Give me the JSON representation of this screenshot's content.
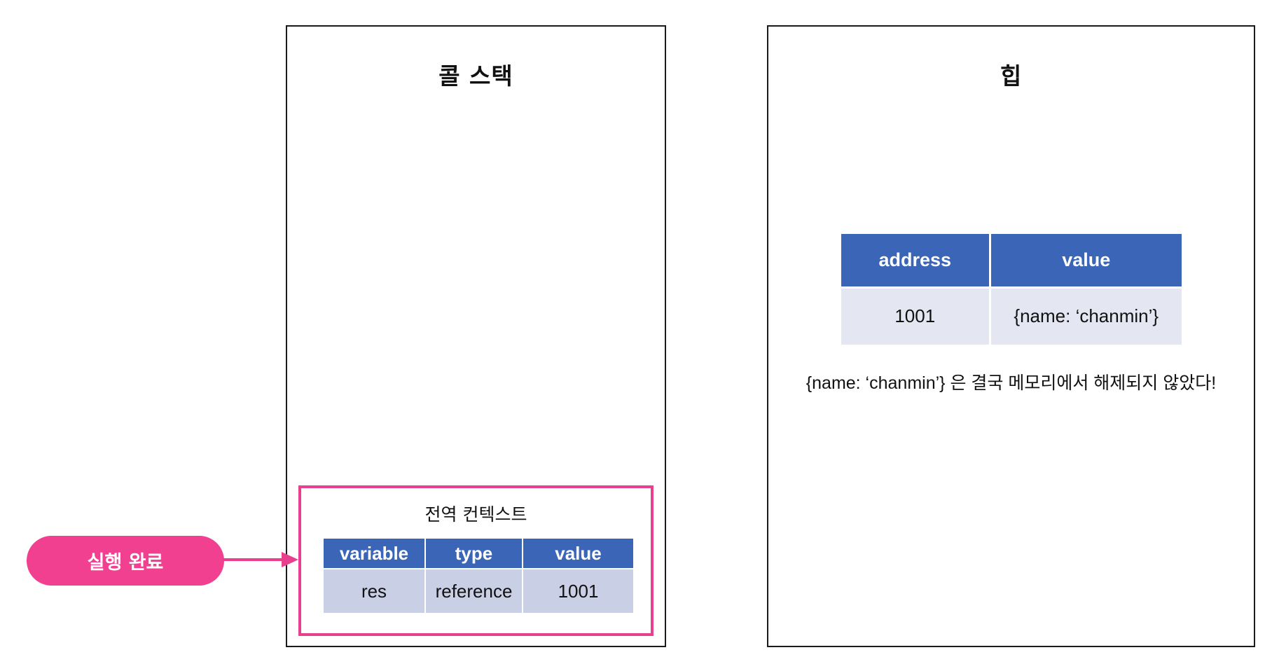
{
  "call_stack": {
    "title": "콜 스택",
    "global_context": {
      "title": "전역 컨텍스트",
      "headers": [
        "variable",
        "type",
        "value"
      ],
      "rows": [
        [
          "res",
          "reference",
          "1001"
        ]
      ]
    }
  },
  "heap": {
    "title": "힙",
    "headers": [
      "address",
      "value"
    ],
    "rows": [
      [
        "1001",
        "{name: ‘chanmin’}"
      ]
    ],
    "note": "{name: ‘chanmin’} 은 결국 메모리에서 해제되지 않았다!"
  },
  "execution_label": "실행 완료",
  "colors": {
    "header_blue": "#3b65b6",
    "cell_lavender": "#c9cfe5",
    "highlight_pink": "#e8408f"
  }
}
